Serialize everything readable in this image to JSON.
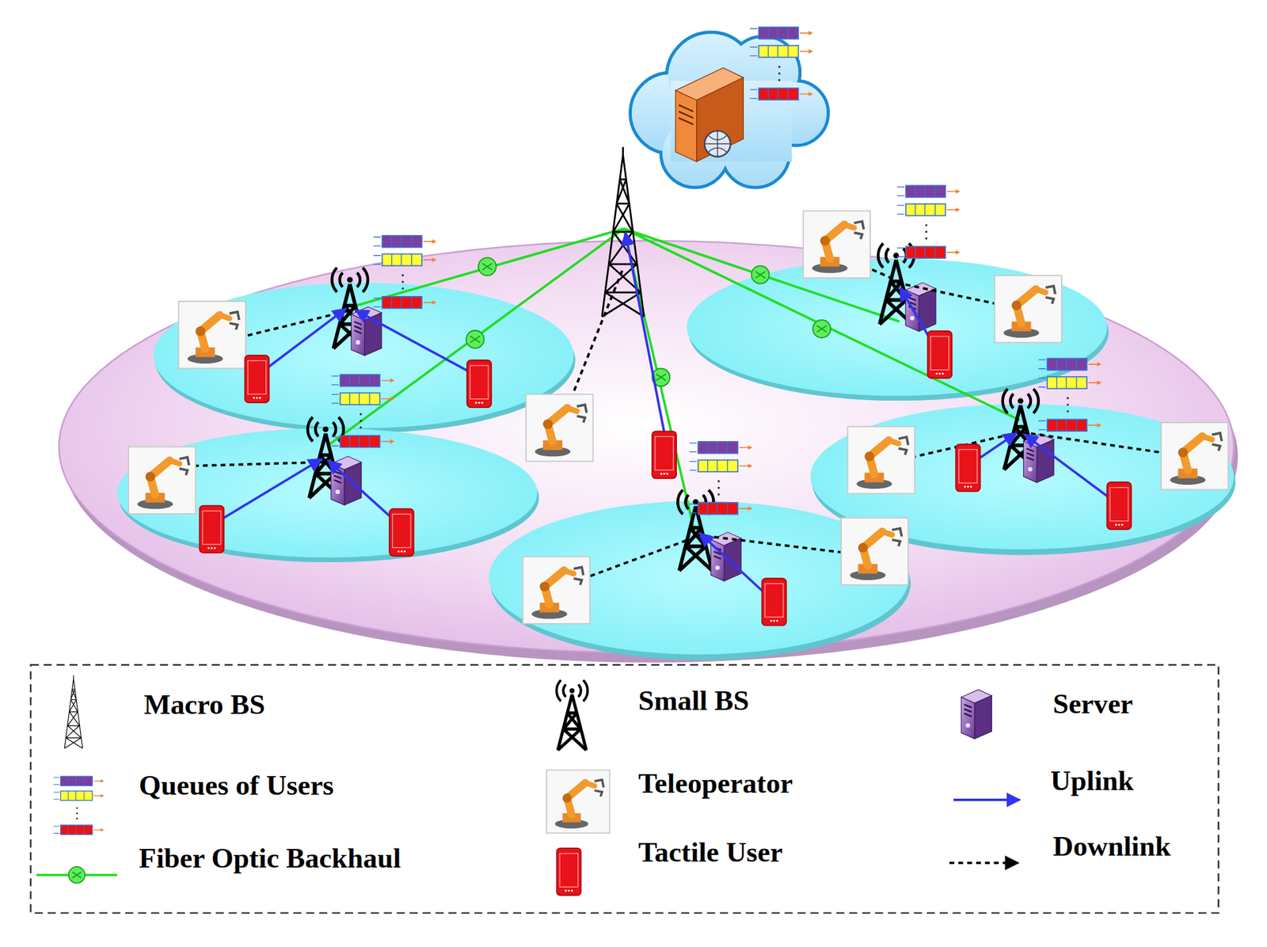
{
  "diagram": {
    "legend": [
      {
        "text": "Macro BS"
      },
      {
        "text": "Small BS"
      },
      {
        "text": "Server"
      },
      {
        "text": "Queues of Users"
      },
      {
        "text": "Teleoperator"
      },
      {
        "text": "Uplink"
      },
      {
        "text": "Fiber Optic Backhaul"
      },
      {
        "text": "Tactile User"
      },
      {
        "text": "Downlink"
      }
    ]
  }
}
